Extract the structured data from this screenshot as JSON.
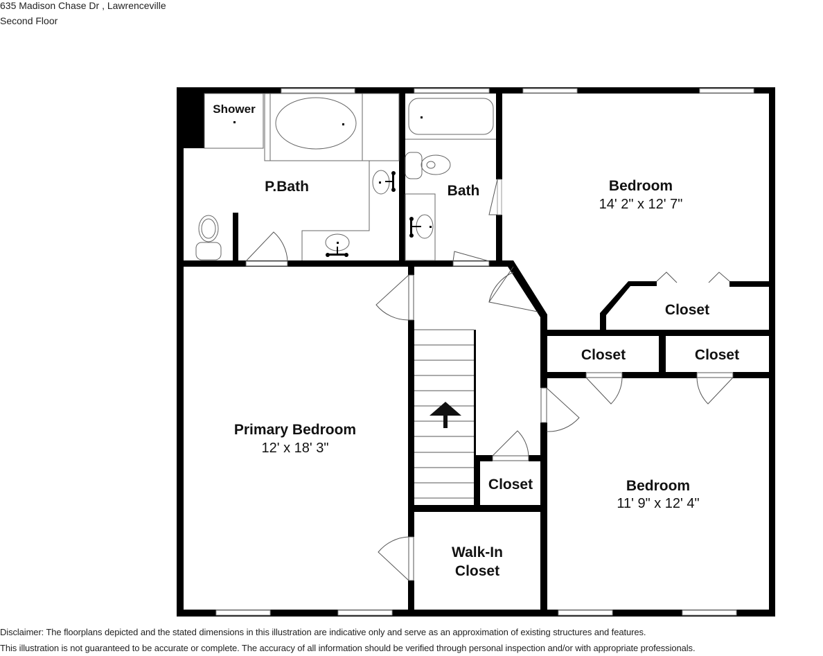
{
  "header": {
    "address": "635 Madison Chase Dr , Lawrenceville",
    "floor": "Second Floor"
  },
  "rooms": {
    "shower": {
      "name": "Shower"
    },
    "primary_bath": {
      "name": "P.Bath"
    },
    "bath": {
      "name": "Bath"
    },
    "bedroom_ne": {
      "name": "Bedroom",
      "dimensions": "14' 2\" x 12' 7\""
    },
    "closet_ne": {
      "name": "Closet"
    },
    "closet_mid_left": {
      "name": "Closet"
    },
    "closet_mid_right": {
      "name": "Closet"
    },
    "primary_bedroom": {
      "name": "Primary Bedroom",
      "dimensions": "12' x 18' 3\""
    },
    "closet_hall": {
      "name": "Closet"
    },
    "bedroom_se": {
      "name": "Bedroom",
      "dimensions": "11' 9\" x 12' 4\""
    },
    "walk_in_closet": {
      "name_line1": "Walk-In",
      "name_line2": "Closet"
    }
  },
  "stairs": {
    "direction": "up",
    "icon": "arrow-up-icon"
  },
  "footer": {
    "disclaimer_line1": "Disclaimer: The floorplans depicted and the stated dimensions in this illustration are indicative only and serve as an approximation of existing structures and features.",
    "disclaimer_line2": "This illustration is not guaranteed to be accurate or complete. The accuracy of all information should be verified through personal inspection and/or with appropriate professionals."
  },
  "colors": {
    "wall": "#000000",
    "fixture_line": "#555555",
    "background": "#ffffff"
  }
}
